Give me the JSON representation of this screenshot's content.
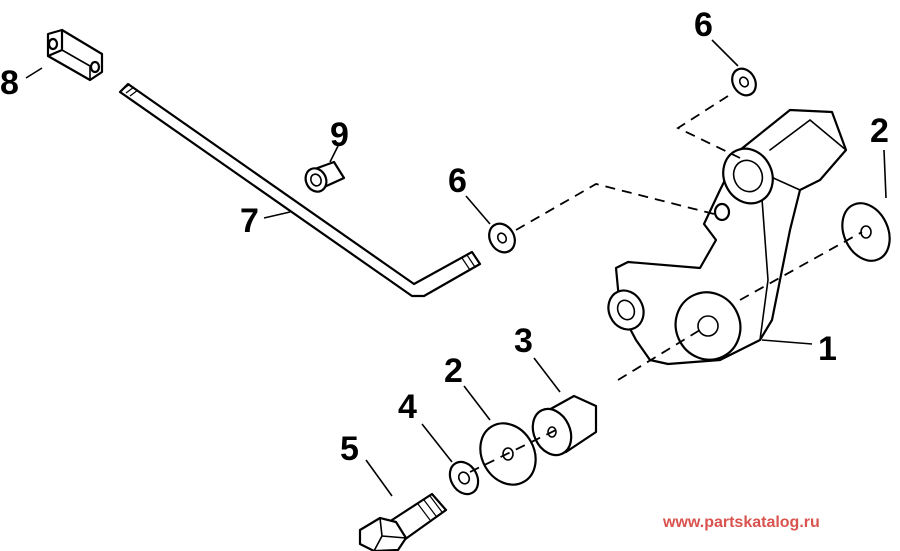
{
  "callouts": {
    "c1": "1",
    "c2_right": "2",
    "c2_lower": "2",
    "c3": "3",
    "c4": "4",
    "c5": "5",
    "c6_top": "6",
    "c6_mid": "6",
    "c7": "7",
    "c8": "8",
    "c9": "9"
  },
  "watermark": "www.partskatalog.ru",
  "colors": {
    "line": "#000000",
    "background": "#ffffff",
    "watermark": "#d9534f"
  }
}
